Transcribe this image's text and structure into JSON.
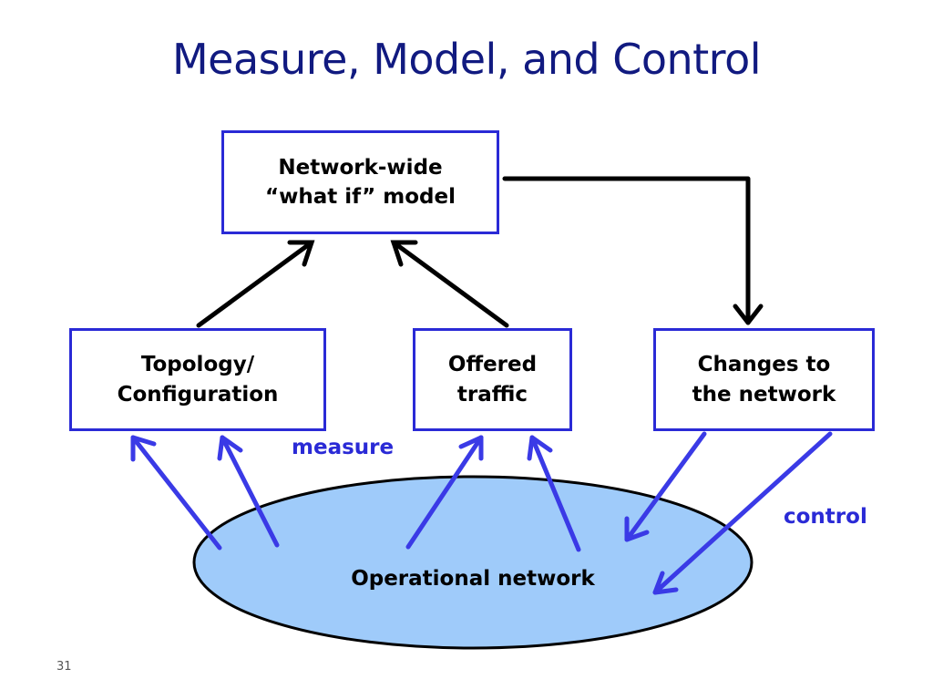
{
  "slide": {
    "title": "Measure, Model, and Control",
    "page_number": "31"
  },
  "diagram": {
    "boxes": {
      "model": "Network-wide\n“what if” model",
      "topology": "Topology/\nConfiguration",
      "traffic": "Offered\ntraffic",
      "changes": "Changes to\nthe network"
    },
    "network": "Operational network",
    "labels": {
      "measure": "measure",
      "control": "control"
    }
  },
  "colors": {
    "title": "#111a80",
    "box_border": "#2a2ad6",
    "blue_arrows": "#3a3ae6",
    "network_fill": "#9fcbfa",
    "black_arrows": "#000000"
  }
}
